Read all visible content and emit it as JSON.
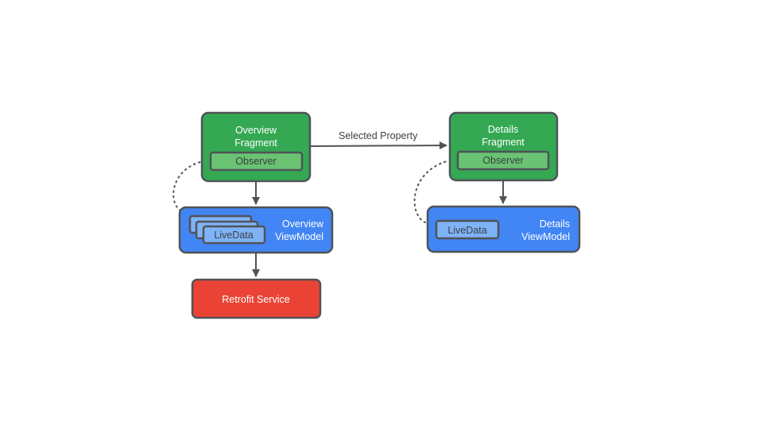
{
  "overview_fragment": {
    "title_line1": "Overview",
    "title_line2": "Fragment",
    "observer_label": "Observer"
  },
  "details_fragment": {
    "title_line1": "Details",
    "title_line2": "Fragment",
    "observer_label": "Observer"
  },
  "overview_viewmodel": {
    "title_line1": "Overview",
    "title_line2": "ViewModel",
    "livedata_label": "LiveData"
  },
  "details_viewmodel": {
    "title_line1": "Details",
    "title_line2": "ViewModel",
    "livedata_label": "LiveData"
  },
  "retrofit_service": {
    "label": "Retrofit Service"
  },
  "edges": {
    "selected_property_label": "Selected Property"
  },
  "colors": {
    "fragment_green": "#34a853",
    "observer_green": "#69c373",
    "viewmodel_blue": "#4285f4",
    "livedata_blue": "#7fb3f7",
    "service_red": "#ea4335",
    "stroke_gray": "#505357"
  }
}
